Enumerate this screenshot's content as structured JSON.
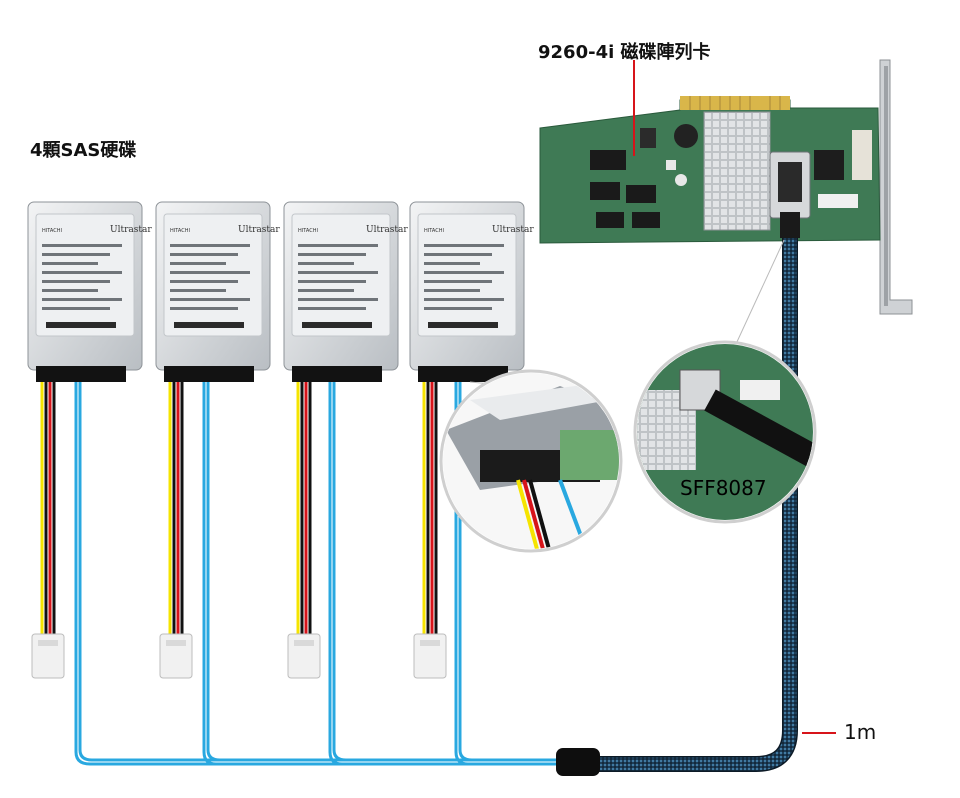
{
  "labels": {
    "disks": "4顆SAS硬碟",
    "card": "9260-4i 磁碟陣列卡",
    "connector": "SFF8087",
    "length": "1m"
  },
  "disk": {
    "brand": "Ultrastar",
    "maker": "HITACHI",
    "count": 4
  },
  "colors": {
    "sata_blue": "#29a8e0",
    "power_red": "#d7141a",
    "power_yellow": "#f5e400",
    "power_black": "#111111",
    "pcb_green": "#3f7a55",
    "braid": "#1d3d58",
    "leader_red": "#d7141a"
  }
}
